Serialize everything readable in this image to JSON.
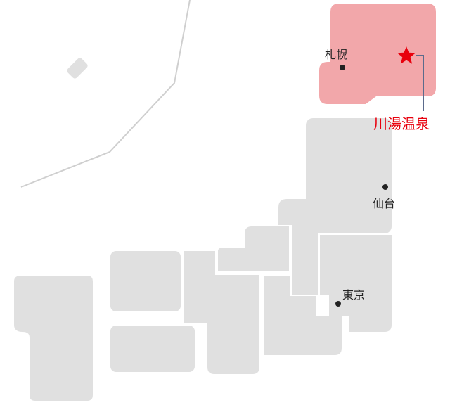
{
  "map": {
    "colors": {
      "region_fill": "#e0e0e0",
      "highlight_fill": "#f2a7aa",
      "marker": "#e8000d",
      "leader_line": "#5b6b8c",
      "sea_line": "#cfcfcf"
    },
    "cities": [
      {
        "id": "sapporo",
        "label": "札幌"
      },
      {
        "id": "sendai",
        "label": "仙台"
      },
      {
        "id": "tokyo",
        "label": "東京"
      }
    ],
    "marker": {
      "icon": "star-icon",
      "label": "川湯温泉",
      "region": "北海道"
    }
  }
}
